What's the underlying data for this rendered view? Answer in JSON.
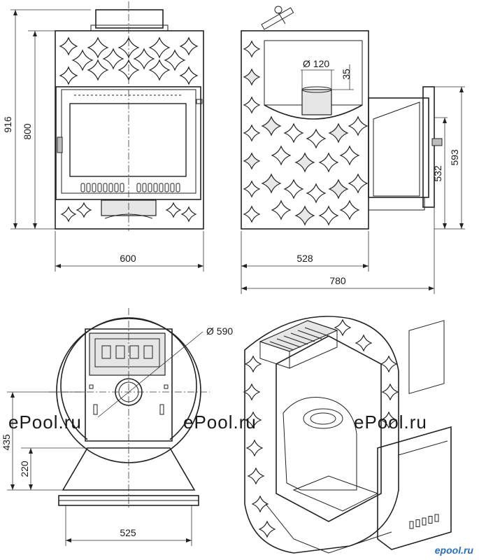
{
  "dimensions": {
    "front_total_height": "916",
    "front_door_height": "800",
    "front_width": "600",
    "side_body_depth": "528",
    "side_total_depth": "780",
    "chimney_diameter": "Ø 120",
    "chimney_offset": "35",
    "side_height_532": "532",
    "side_height_593": "593",
    "top_diameter": "Ø 590",
    "top_depth_435": "435",
    "top_depth_220": "220",
    "top_width_525": "525"
  },
  "watermark": {
    "text": "ePool.ru"
  },
  "logo": {
    "text": "epool.ru"
  },
  "colors": {
    "line": "#222222",
    "watermark": "#c8c8c8",
    "logo": "#2f6db8"
  }
}
